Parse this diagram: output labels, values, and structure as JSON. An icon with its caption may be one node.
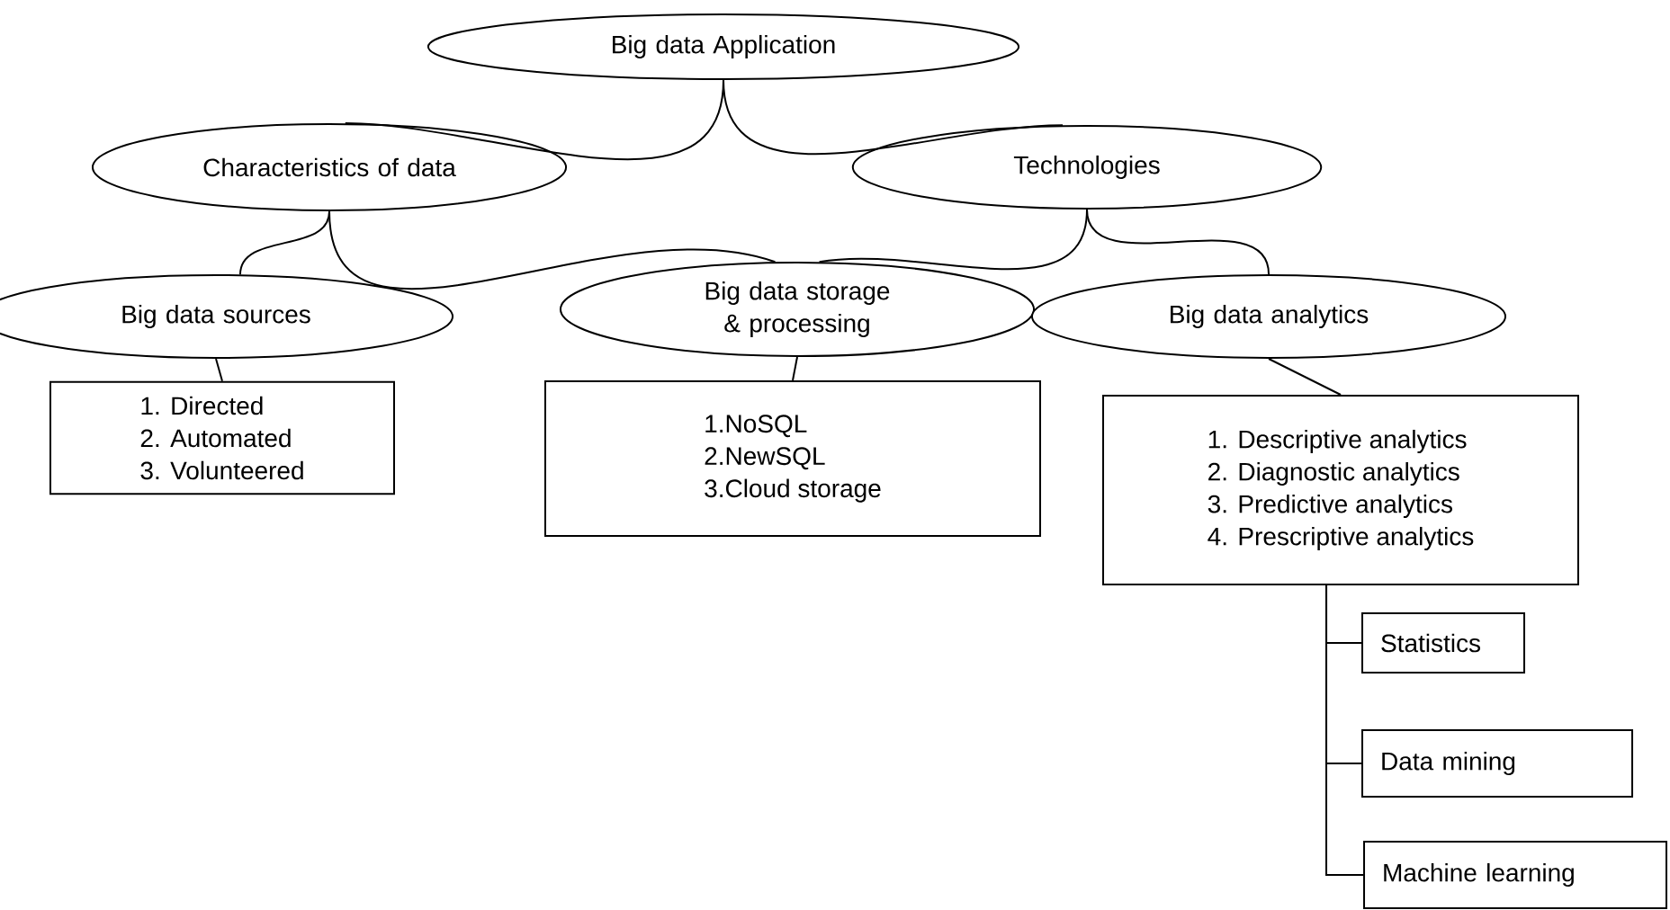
{
  "diagram": {
    "nodes": [
      {
        "text": [
          "Big data Application"
        ]
      },
      {
        "text": [
          "Characteristics of data"
        ]
      },
      {
        "text": [
          "Technologies"
        ]
      },
      {
        "text": [
          "Big data sources"
        ]
      },
      {
        "text": [
          "Big data storage & processing"
        ]
      },
      {
        "text": [
          "Big data analytics"
        ]
      },
      {
        "text": [
          "1. Directed",
          "2. Automated",
          "3. Volunteered"
        ]
      },
      {
        "text": [
          "1.NoSQL",
          "2.NewSQL",
          "3.Cloud storage"
        ]
      },
      {
        "text": [
          "1. Descriptive analytics",
          "2. Diagnostic analytics",
          "3. Predictive analytics",
          "4. Prescriptive analytics"
        ]
      },
      {
        "text": [
          "Statistics"
        ]
      },
      {
        "text": [
          "Data mining"
        ]
      },
      {
        "text": [
          "Machine learning"
        ]
      }
    ],
    "edges": [
      {
        "from": 0,
        "to": 1,
        "arrow": "none"
      },
      {
        "from": 0,
        "to": 2,
        "arrow": "none"
      },
      {
        "from": 1,
        "to": 3,
        "arrow": "none"
      },
      {
        "from": 1,
        "to": 4,
        "arrow": "none"
      },
      {
        "from": 2,
        "to": 4,
        "arrow": "none"
      },
      {
        "from": 2,
        "to": 5,
        "arrow": "none"
      },
      {
        "from": 3,
        "to": 6,
        "arrow": "none"
      },
      {
        "from": 4,
        "to": 7,
        "arrow": "none"
      },
      {
        "from": 5,
        "to": 8,
        "arrow": "none"
      },
      {
        "from": 8,
        "to": 9,
        "arrow": "none"
      },
      {
        "from": 8,
        "to": 10,
        "arrow": "none"
      },
      {
        "from": 8,
        "to": 11,
        "arrow": "none"
      }
    ]
  }
}
